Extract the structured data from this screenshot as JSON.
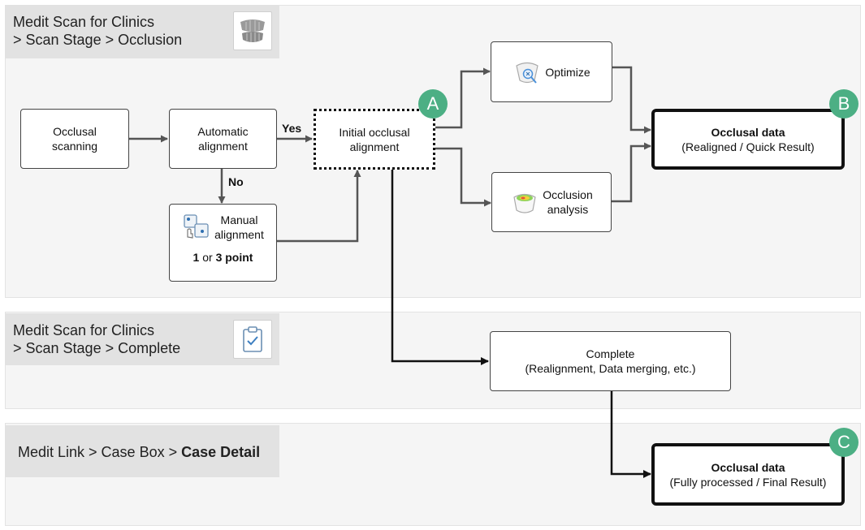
{
  "panels": {
    "occlusion": {
      "line1": "Medit Scan for Clinics",
      "line2": "> Scan Stage > Occlusion",
      "icon": "teeth-icon"
    },
    "complete": {
      "line1": "Medit Scan for Clinics",
      "line2": "> Scan Stage > Complete",
      "icon": "clipboard-check-icon"
    },
    "case_detail": {
      "prefix": "Medit Link > Case Box > ",
      "bold": "Case Detail"
    }
  },
  "nodes": {
    "occlusal_scanning": {
      "line1": "Occlusal",
      "line2": "scanning"
    },
    "automatic_alignment": {
      "line1": "Automatic",
      "line2": "alignment"
    },
    "manual_alignment": {
      "line1": "Manual",
      "line2": "alignment",
      "num1": "1",
      "or": " or ",
      "num2": "3 point",
      "icon": "hand-align-icon"
    },
    "initial_occlusal_alignment": {
      "line1": "Initial occlusal",
      "line2": "alignment"
    },
    "optimize": {
      "label": "Optimize",
      "icon": "optimize-icon"
    },
    "occlusion_analysis": {
      "line1": "Occlusion",
      "line2": "analysis",
      "icon": "occlusion-analysis-icon"
    },
    "occlusal_data_quick": {
      "line1": "Occlusal data",
      "line2": "(Realigned / Quick Result)"
    },
    "complete": {
      "line1": "Complete",
      "line2": "(Realignment, Data merging, etc.)"
    },
    "occlusal_data_final": {
      "line1": "Occlusal data",
      "line2": "(Fully processed / Final Result)"
    }
  },
  "edge_labels": {
    "yes": "Yes",
    "no": "No"
  },
  "badges": {
    "a": "A",
    "b": "B",
    "c": "C"
  },
  "colors": {
    "badge": "#4caf84",
    "panel_bg": "#f5f5f5",
    "title_bg": "#e2e2e2",
    "arrow_gray": "#555555",
    "arrow_black": "#111111"
  }
}
